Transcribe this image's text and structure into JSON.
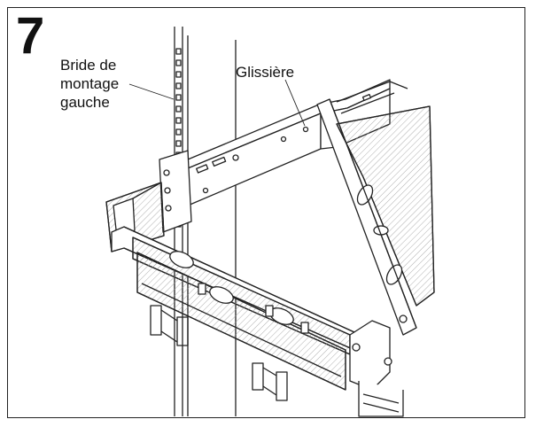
{
  "step_number": "7",
  "callouts": {
    "left_flange_line1": "Bride de",
    "left_flange_line2": "montage",
    "left_flange_line3": "gauche",
    "slide_rail": "Glissière"
  },
  "colors": {
    "stroke": "#222222",
    "hatch": "#9a9a9a",
    "background": "#ffffff"
  }
}
